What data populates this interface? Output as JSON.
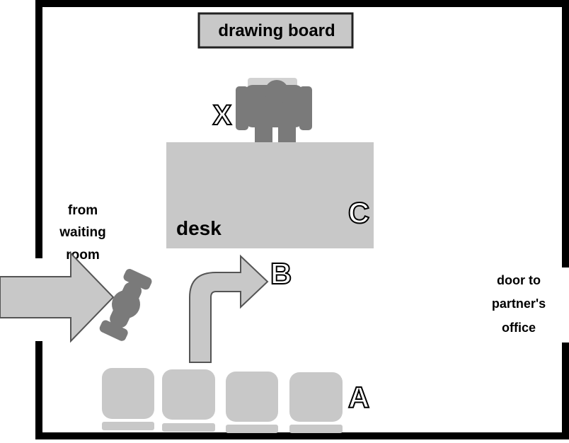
{
  "labels": {
    "drawing_board": "drawing board",
    "desk": "desk",
    "from_waiting_room": [
      "from",
      "waiting",
      "room"
    ],
    "door_to_partners_office": [
      "door to",
      "partner's",
      "office"
    ],
    "marker_x": "X",
    "marker_a": "A",
    "marker_b": "B",
    "marker_c": "C"
  },
  "colors": {
    "wall": "#000000",
    "furniture": "#c8c8c8",
    "person": "#7a7a7a",
    "arrow_fill": "#c8c8c8",
    "arrow_stroke": "#555555",
    "text": "#000000",
    "outline_text_fill": "#ffffff"
  }
}
